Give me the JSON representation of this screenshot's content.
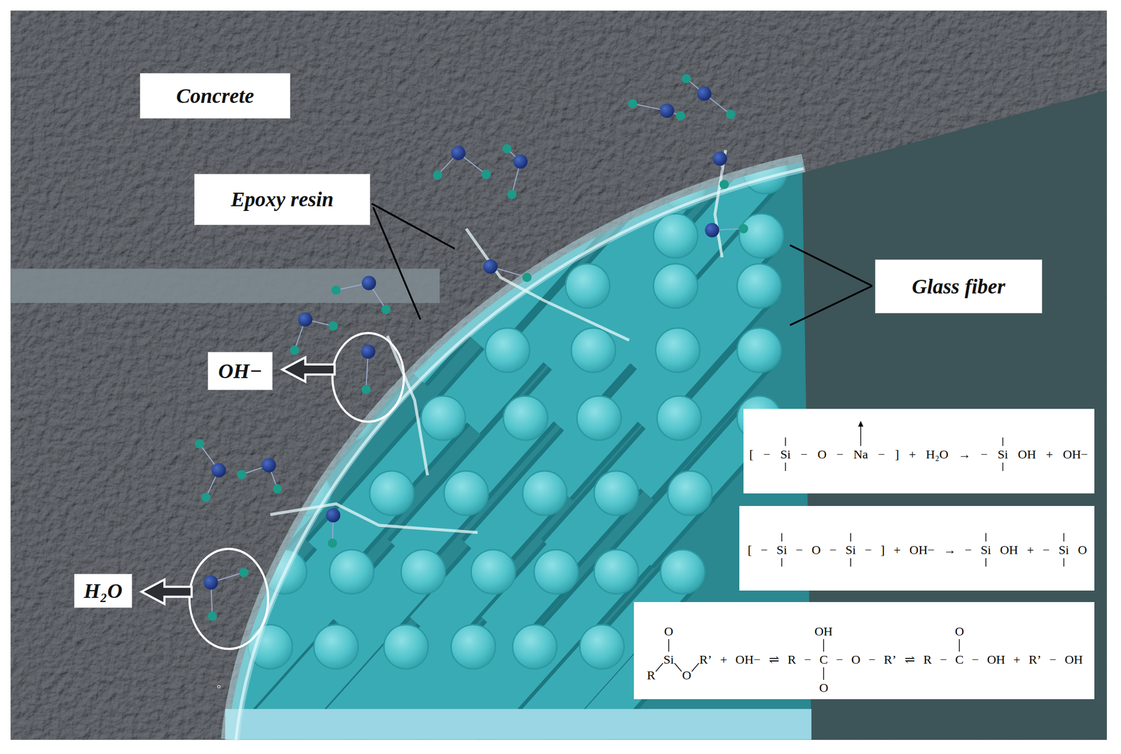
{
  "diagram": {
    "nodes": [
      {
        "text": [
          "Concrete"
        ]
      },
      {
        "text": [
          "Epoxy resin"
        ]
      },
      {
        "text": [
          "Glass fiber"
        ]
      },
      {
        "text": [
          "OH−"
        ]
      },
      {
        "text": [
          "H₂O"
        ]
      },
      {
        "text": [
          "[",
          "−",
          "Si",
          "−",
          "O",
          "−",
          "Na",
          "−",
          "]",
          "+",
          "H₂O",
          "→",
          "−",
          "Si",
          "OH",
          "+",
          "OH−"
        ]
      },
      {
        "text": [
          "[",
          "−",
          "Si",
          "−",
          "O",
          "−",
          "Si",
          "−",
          "]",
          "+",
          "OH−",
          "→",
          "−",
          "Si",
          "OH",
          "+",
          "−",
          "Si",
          "O"
        ]
      },
      {
        "text": [
          "O",
          "R",
          "Si",
          "O",
          "R’",
          "+",
          "OH−",
          "⇌",
          "OH",
          "R",
          "−",
          "C",
          "−",
          "O",
          "−",
          "R’",
          "O",
          "⇌",
          "O",
          "R",
          "−",
          "C",
          "−",
          "OH",
          "+",
          "R’",
          "−",
          "OH"
        ]
      }
    ],
    "labels": [
      "°"
    ]
  }
}
